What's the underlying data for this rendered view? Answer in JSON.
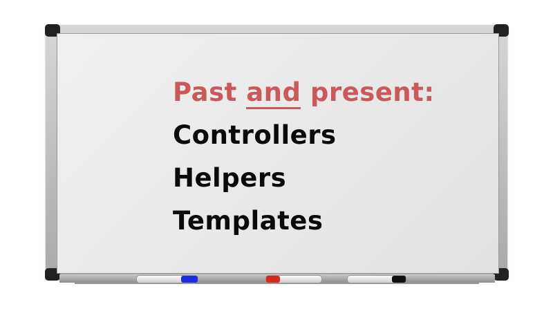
{
  "whiteboard": {
    "heading": {
      "before": "Past ",
      "underlined": "and",
      "after": " present:"
    },
    "lines": [
      "Controllers",
      "Helpers",
      "Templates"
    ],
    "colors": {
      "heading": "#c9595a",
      "text": "#0a0a0a"
    },
    "markers": [
      {
        "name": "blue-marker",
        "cap_color": "#1a2ee0"
      },
      {
        "name": "red-marker",
        "cap_color": "#d42a1e"
      },
      {
        "name": "black-marker",
        "cap_color": "#111111"
      }
    ]
  }
}
